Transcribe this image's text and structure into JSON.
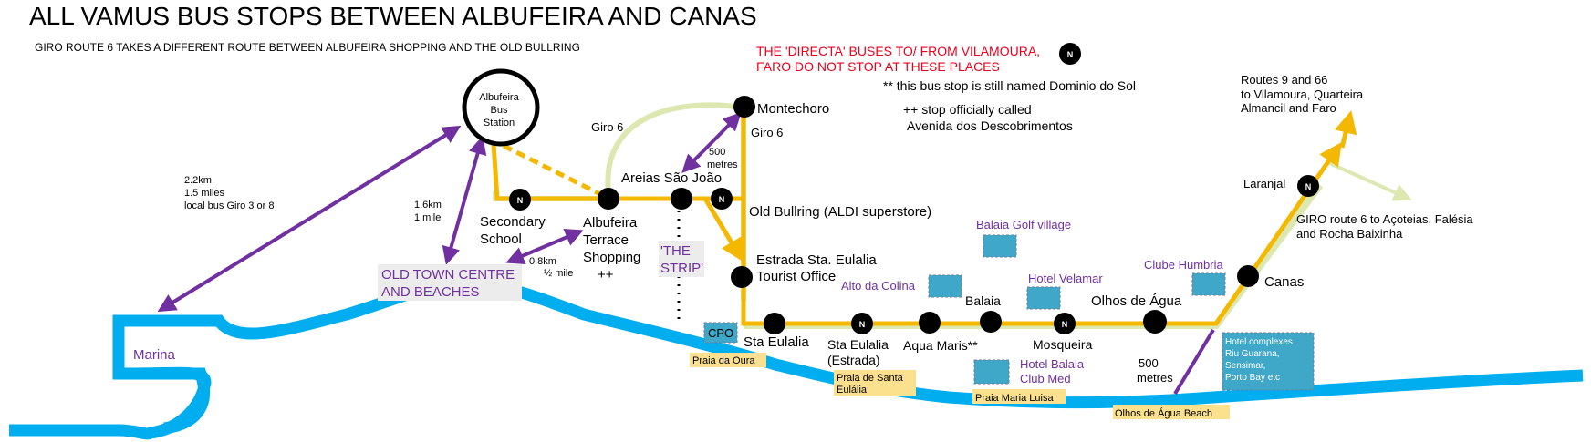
{
  "title": "ALL VAMUS BUS STOPS BETWEEN ALBUFEIRA AND CANAS",
  "subtitle": "GIRO ROUTE 6 TAKES A DIFFERENT ROUTE BETWEEN ALBUFEIRA SHOPPING AND THE OLD BULLRING",
  "colors": {
    "route": "#f5b800",
    "giro6": "#dce8b0",
    "sea": "#00aeef",
    "purple": "#7030a0",
    "red": "#e8001c",
    "hotel": "#3fa7c8",
    "beach": "#fbe08e"
  },
  "notes": {
    "directa_1": "THE 'DIRECTA' BUSES TO/ FROM VILAMOURA,",
    "directa_2": "FARO DO NOT STOP AT THESE PLACES",
    "directa_marker": "N",
    "dominio": "** this bus stop is still named Dominio do Sol",
    "avenida_1": "++ stop officially called",
    "avenida_2": "Avenida dos Descobrimentos",
    "routes_1": "Routes 9 and 66",
    "routes_2": "to Vilamoura, Quarteira",
    "routes_3": "Almancil and Faro",
    "giro6_dest_1": "GIRO route 6 to Açoteias, Falésia",
    "giro6_dest_2": "and Rocha Baixinha"
  },
  "bus_station": [
    "Albufeira",
    "Bus",
    "Station"
  ],
  "stops": {
    "secondary": [
      "Secondary",
      "School"
    ],
    "shopping": [
      "Albufeira",
      "Terrace",
      "Shopping",
      "++"
    ],
    "areias": "Areias São João",
    "montechoro": "Montechoro",
    "bullring": "Old Bullring (ALDI superstore)",
    "estrada_1": "Estrada Sta. Eulalia",
    "estrada_2": "Tourist Office",
    "sta_eulalia": "Sta Eulalia",
    "sta_eulalia_estrada": [
      "Sta Eulalia",
      "(Estrada)"
    ],
    "aqua_maris": "Aqua Maris**",
    "balaia": "Balaia",
    "mosqueira": "Mosqueira",
    "olhos": "Olhos de Água",
    "canas": "Canas",
    "laranjal": "Laranjal"
  },
  "giro_labels": {
    "left": "Giro 6",
    "right": "Giro 6"
  },
  "distances": {
    "marina_1": "2.2km",
    "marina_2": "1.5 miles",
    "marina_3": "local bus Giro 3 or 8",
    "oldtown_1": "1.6km",
    "oldtown_2": "1 mile",
    "shop_1": "0.8km",
    "shop_2": "½ mile",
    "monte_1": "500",
    "monte_2": "metres",
    "olhos_1": "500",
    "olhos_2": "metres"
  },
  "areas": {
    "old_town_1": "OLD TOWN CENTRE",
    "old_town_2": "AND BEACHES",
    "strip_1": "'THE",
    "strip_2": "STRIP'",
    "marina": "Marina"
  },
  "hotels": {
    "golf": "Balaia Golf village",
    "colina": "Alto da Colina",
    "velamar": "Hotel Velamar",
    "humbria": "Clube Humbria",
    "clubmed_1": "Hotel Balaia",
    "clubmed_2": "Club Med",
    "complexes_1": "Hotel complexes",
    "complexes_2": " Riu Guarana,",
    "complexes_3": "Sensimar,",
    "complexes_4": "Porto Bay etc",
    "cpo": "CPO"
  },
  "beaches": {
    "oura": "Praia da Oura",
    "santa_1": "Praia de Santa",
    "santa_2": "Eulália",
    "maria_luisa": "Praia Maria Luisa",
    "olhos": "Olhos de Água Beach"
  }
}
